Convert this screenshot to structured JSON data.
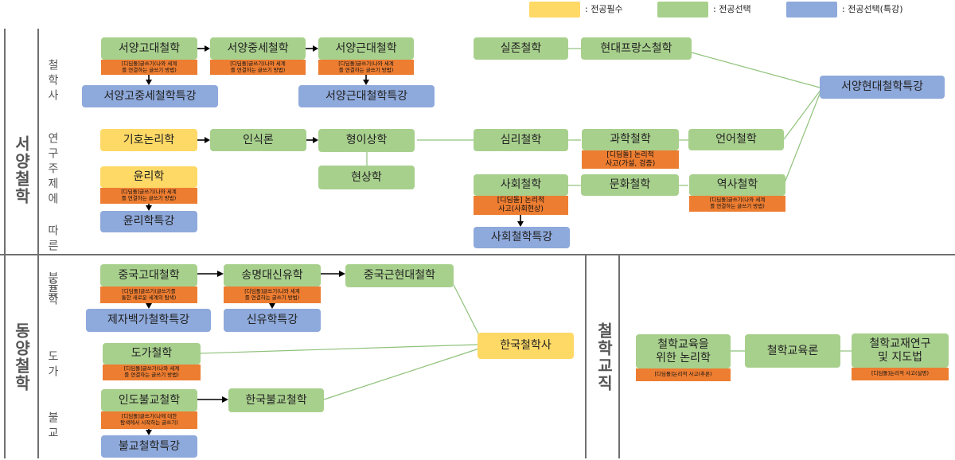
{
  "legend": {
    "required": ": 전공필수",
    "elective": ": 전공선택",
    "special": ": 전공선택(특강)"
  },
  "colors": {
    "required": "#ffd966",
    "elective": "#a8d08d",
    "special": "#8ea9db",
    "note": "#ed7d31",
    "line_green": "#8fc27a",
    "line_blue": "#7a96cf",
    "grid": "#707070"
  },
  "sections": {
    "western": "서양철학",
    "eastern": "동양철학",
    "teaching": "철학교직"
  },
  "subsections": {
    "history": "철학사",
    "topics": "연구주제에 따른 분류",
    "confucian": "유학",
    "taoist": "도가",
    "buddhist": "불교"
  },
  "courses": {
    "ancient": "서양고대철학",
    "medieval": "서양중세철학",
    "modern": "서양근대철학",
    "ancmed_special": "서양고중세철학특강",
    "modern_special": "서양근대철학특강",
    "existential": "실존철학",
    "french": "현대프랑스철학",
    "contemporary_special": "서양현대철학특강",
    "logic": "기호논리학",
    "epistemology": "인식론",
    "metaphysics": "형이상학",
    "phenomenology": "현상학",
    "philmind": "심리철학",
    "science": "과학철학",
    "language": "언어철학",
    "ethics": "윤리학",
    "ethics_special": "윤리학특강",
    "social": "사회철학",
    "culture": "문화철학",
    "history": "역사철학",
    "social_special": "사회철학특강",
    "chinese_ancient": "중국고대철학",
    "songming": "송명대신유학",
    "chinese_modern": "중국근현대철학",
    "hundred_schools": "제자백가철학특강",
    "neo_confucian": "신유학특강",
    "korean": "한국철학사",
    "taoism": "도가철학",
    "indian_buddhism": "인도불교철학",
    "korean_buddhism": "한국불교철학",
    "buddhism_special": "불교철학특강",
    "phil_edu": "철학교육을\n위한 논리학",
    "phil_edu_theory": "철학교육론",
    "phil_textbook": "철학교재연구\n및 지도법"
  },
  "notes": {
    "n1": "[디딤돌]글쓰기(나와 세계\n를 연결하는 글쓰기 방법)",
    "n2": "[디딤돌]글쓰기(나와 세계\n를 연결하는 글쓰기 방법)",
    "n3": "[디딤돌]글쓰기(나와 세계\n를 연결하는 글쓰기 방법)",
    "n4": "[디딤돌] 논리적\n사고(가설, 검증)",
    "n5": "[디딤돌]글쓰기(나와 세계\n를 연결하는 글쓰기 방법)",
    "n6": "[디딤돌] 논리적\n사고(사회현상)",
    "n7": "[디딤돌]글쓰기(나와 세계\n를 연결하는 글쓰기 방법)",
    "n8": "[디딤돌]글쓰기(글쓰기를\n통한 새로운 세계의 탐색)",
    "n9": "[디딤돌]글쓰기(나와 세계\n를 연결하는 글쓰기 방법)",
    "n10": "[디딤돌]글쓰기(나와 세계\n를 연결하는 글쓰기 방법)",
    "n11": "[디딤돌]글쓰기(나에 대한\n탐색에서 시작하는 글쓰기)",
    "n12": "[디딤돌]논리적 사고(추론)",
    "n13": "[디딤돌]논리적 사고(설명)"
  }
}
